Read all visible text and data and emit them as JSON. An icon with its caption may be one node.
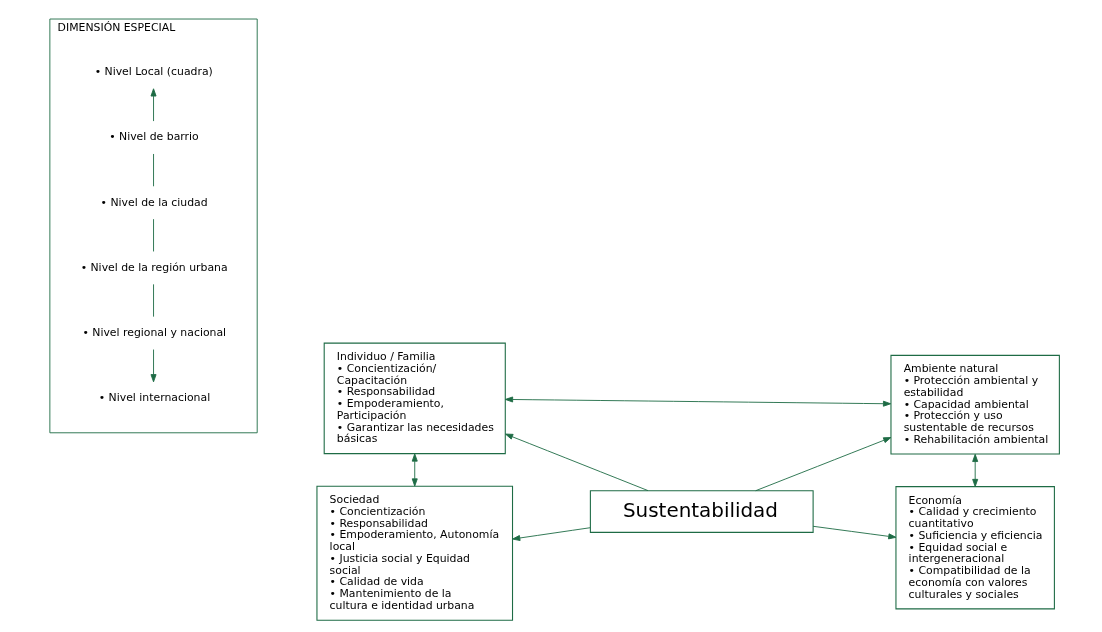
{
  "diagram": {
    "nodes": [
      {
        "text": [
          "DIMENSIÓN ESPECIAL"
        ]
      },
      {
        "text": [
          "• Nivel Local (cuadra)"
        ],
        "in": 0
      },
      {
        "text": [
          "• Nivel de barrio"
        ],
        "in": 0
      },
      {
        "text": [
          "• Nivel de la ciudad"
        ],
        "in": 0
      },
      {
        "text": [
          "• Nivel de la región urbana"
        ],
        "in": 0
      },
      {
        "text": [
          "• Nivel regional y nacional"
        ],
        "in": 0
      },
      {
        "text": [
          "• Nivel internacional"
        ],
        "in": 0
      },
      {
        "text": [
          "Individuo / Familia",
          "• Concientización/ Capacitación",
          "• Responsabilidad",
          "• Empoderamiento, Participación",
          "• Garantizar las necesidades básicas"
        ]
      },
      {
        "text": [
          "Ambiente natural",
          "• Protección ambiental y estabilidad",
          "• Capacidad ambiental",
          "• Protección y uso sustentable de recursos",
          "• Rehabilitación ambiental"
        ]
      },
      {
        "text": [
          "Sustentabilidad"
        ]
      },
      {
        "text": [
          "Sociedad",
          "• Concientización",
          "• Responsabilidad",
          "• Empoderamiento, Autonomía local",
          "• Justicia social y Equidad social",
          "• Calidad de vida",
          "• Mantenimiento de la cultura e identidad urbana"
        ]
      },
      {
        "text": [
          "Economía",
          "• Calidad y crecimiento cuantitativo",
          "• Suficiencia y eficiencia",
          "• Equidad social e intergeneracional",
          "• Compatibilidad de la economía con valores culturales y sociales"
        ]
      }
    ],
    "edges": [
      {
        "from": 2,
        "to": 1,
        "arrow": "to"
      },
      {
        "from": 2,
        "to": 3,
        "arrow": "none"
      },
      {
        "from": 3,
        "to": 4,
        "arrow": "none"
      },
      {
        "from": 4,
        "to": 5,
        "arrow": "none"
      },
      {
        "from": 5,
        "to": 6,
        "arrow": "to"
      },
      {
        "from": 7,
        "to": 8,
        "arrow": "both"
      },
      {
        "from": 9,
        "to": 7,
        "arrow": "to"
      },
      {
        "from": 9,
        "to": 8,
        "arrow": "to"
      },
      {
        "from": 7,
        "to": 10,
        "arrow": "both"
      },
      {
        "from": 8,
        "to": 11,
        "arrow": "both"
      },
      {
        "from": 9,
        "to": 10,
        "arrow": "to"
      },
      {
        "from": 9,
        "to": 11,
        "arrow": "to"
      }
    ]
  }
}
